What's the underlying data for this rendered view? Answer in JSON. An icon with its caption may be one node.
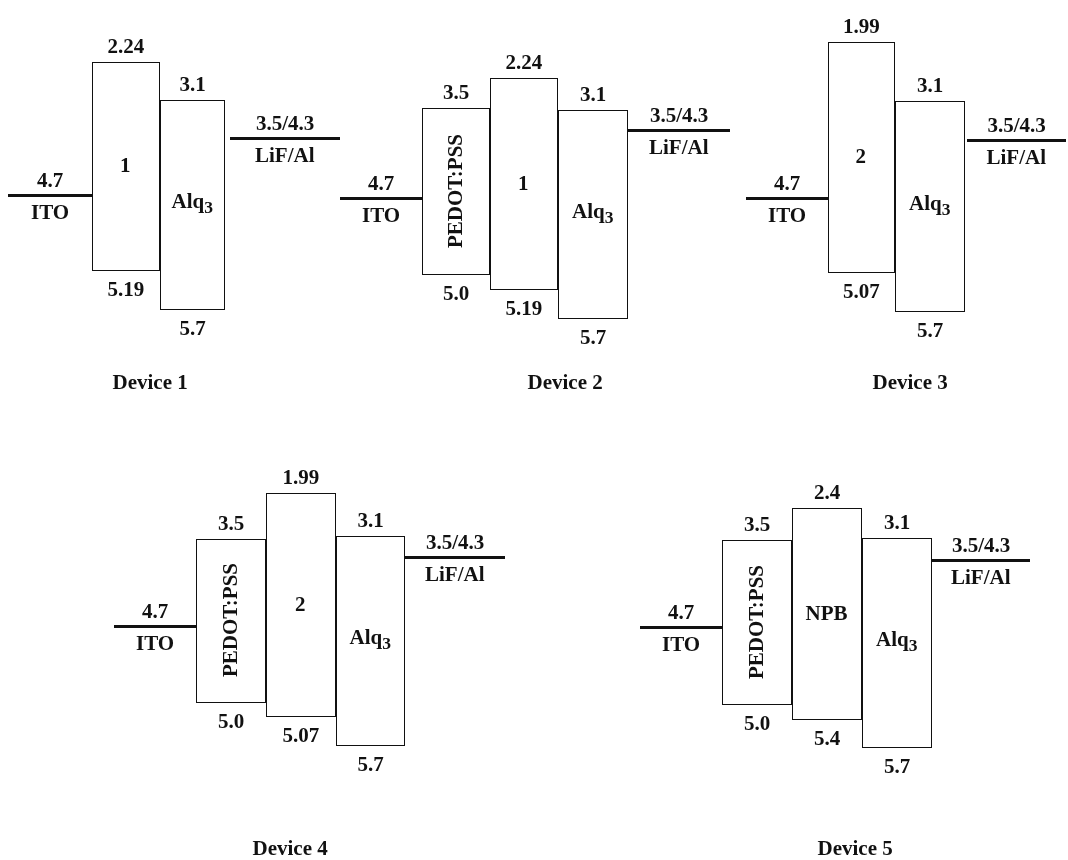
{
  "diagram": {
    "nodes": [
      {
        "text": [
          "4.7",
          "ITO"
        ]
      },
      {
        "text": [
          "1"
        ],
        "beside": [
          "2.24",
          "5.19"
        ]
      },
      {
        "text": [
          "Alq$_{3}$"
        ],
        "beside": [
          "3.1",
          "5.7"
        ]
      },
      {
        "text": [
          "3.5/4.3",
          "LiF/Al"
        ]
      },
      {
        "text": [
          "4.7",
          "ITO"
        ]
      },
      {
        "text": [
          "PEDOT:PSS"
        ],
        "beside": [
          "3.5",
          "5.0"
        ]
      },
      {
        "text": [
          "1"
        ],
        "beside": [
          "2.24",
          "5.19"
        ]
      },
      {
        "text": [
          "Alq$_{3}$"
        ],
        "beside": [
          "3.1",
          "5.7"
        ]
      },
      {
        "text": [
          "3.5/4.3",
          "LiF/Al"
        ]
      },
      {
        "text": [
          "4.7",
          "ITO"
        ]
      },
      {
        "text": [
          "2"
        ],
        "beside": [
          "1.99",
          "5.07"
        ]
      },
      {
        "text": [
          "Alq$_{3}$"
        ],
        "beside": [
          "3.1",
          "5.7"
        ]
      },
      {
        "text": [
          "3.5/4.3",
          "LiF/Al"
        ]
      },
      {
        "text": [
          "4.7",
          "ITO"
        ]
      },
      {
        "text": [
          "PEDOT:PSS"
        ],
        "beside": [
          "3.5",
          "5.0"
        ]
      },
      {
        "text": [
          "2"
        ],
        "beside": [
          "1.99",
          "5.07"
        ]
      },
      {
        "text": [
          "Alq$_{3}$"
        ],
        "beside": [
          "3.1",
          "5.7"
        ]
      },
      {
        "text": [
          "3.5/4.3",
          "LiF/Al"
        ]
      },
      {
        "text": [
          "4.7",
          "ITO"
        ]
      },
      {
        "text": [
          "PEDOT:PSS"
        ],
        "beside": [
          "3.5",
          "5.0"
        ]
      },
      {
        "text": [
          "NPB"
        ],
        "beside": [
          "2.4",
          "5.4"
        ]
      },
      {
        "text": [
          "Alq$_{3}$"
        ],
        "beside": [
          "3.1",
          "5.7"
        ]
      },
      {
        "text": [
          "3.5/4.3",
          "LiF/Al"
        ]
      }
    ],
    "labels": [
      "Device 1",
      "Device 2",
      "Device 3",
      "Device 4",
      "Device 5"
    ]
  }
}
